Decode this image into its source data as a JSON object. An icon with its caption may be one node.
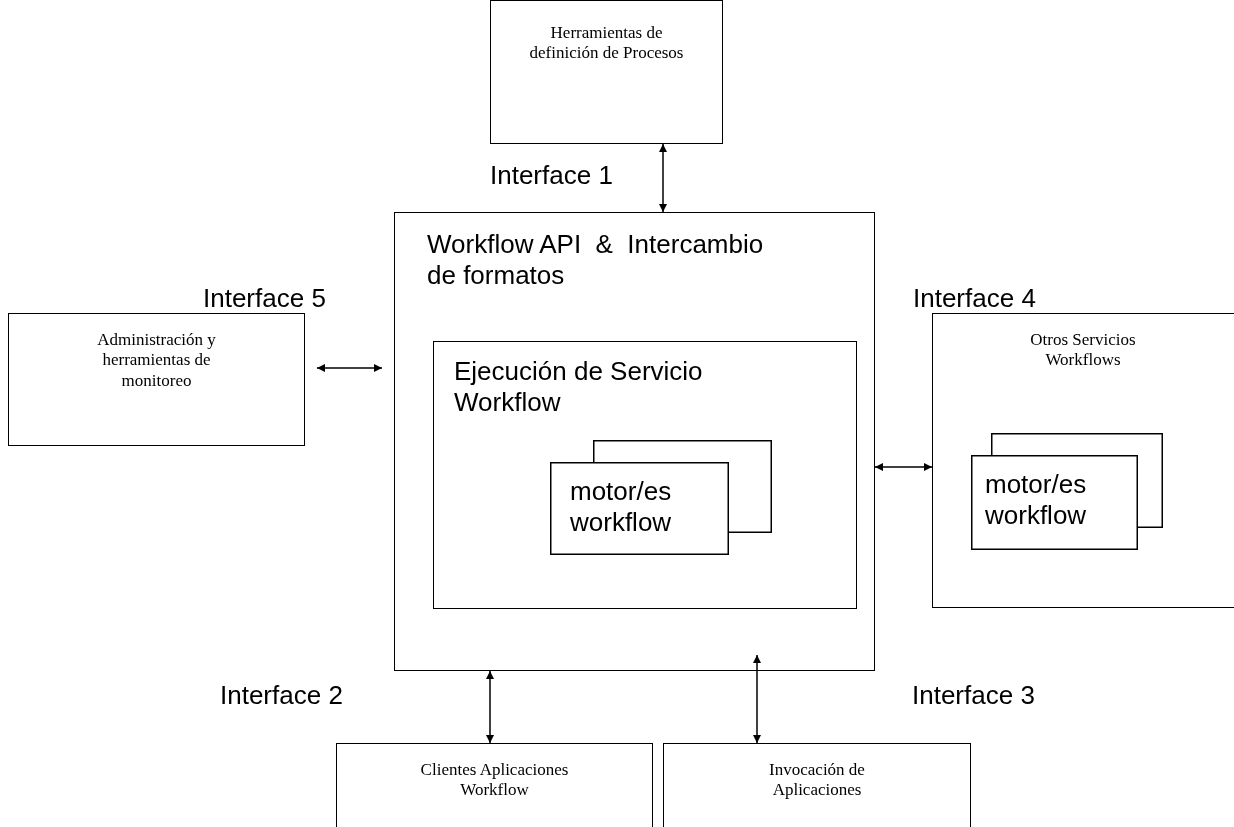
{
  "diagram": {
    "nodes": [
      {
        "text": [
          "Herramientas de definición de Procesos"
        ]
      },
      {
        "text": [
          "Workflow API  &  Intercambio de formatos"
        ]
      },
      {
        "text": [
          "Ejecución de Servicio Workflow"
        ],
        "in": 1
      },
      {
        "text": [
          "motor/es workflow"
        ],
        "in": 2
      },
      {
        "text": [
          "Administración y herramientas de monitoreo"
        ]
      },
      {
        "text": [
          "Otros Servicios Workflows"
        ]
      },
      {
        "text": [
          "motor/es workflow"
        ],
        "in": 5
      },
      {
        "text": [
          "Clientes Aplicaciones Workflow"
        ]
      },
      {
        "text": [
          "Invocación de Aplicaciones"
        ]
      }
    ],
    "edges": [
      {
        "from": 0,
        "to": 1,
        "arrow": "both"
      },
      {
        "from": 4,
        "to": 1,
        "arrow": "both"
      },
      {
        "from": 1,
        "to": 5,
        "arrow": "both"
      },
      {
        "from": 1,
        "to": 7,
        "arrow": "both"
      },
      {
        "from": 1,
        "to": 8,
        "arrow": "both"
      }
    ],
    "labels": [
      "Interface 1",
      "Interface 5",
      "Interface 4",
      "Interface 2",
      "Interface 3"
    ]
  }
}
